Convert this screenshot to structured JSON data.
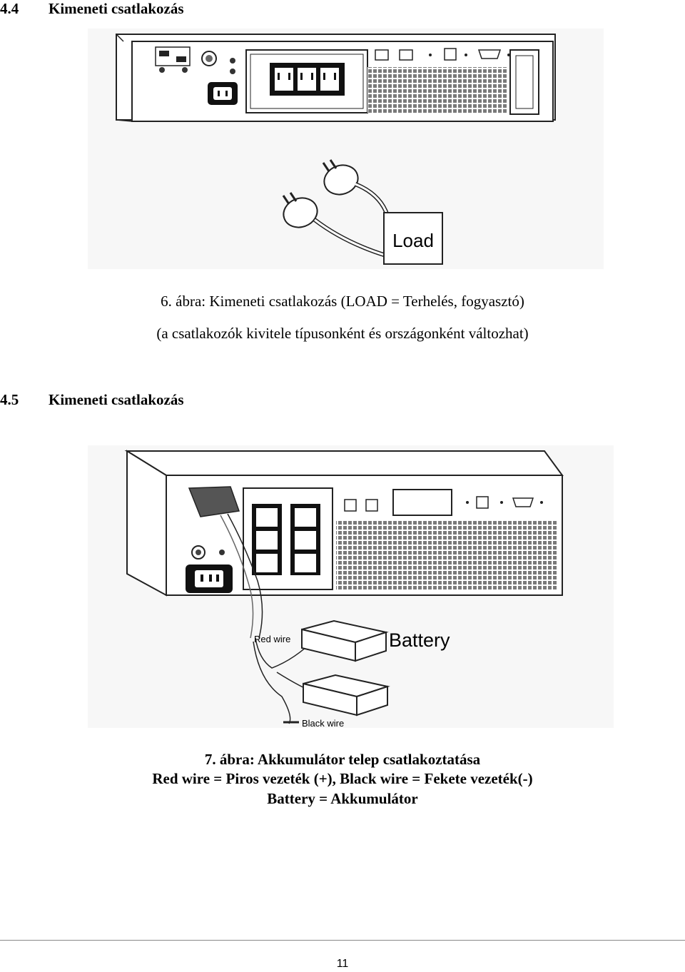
{
  "section1": {
    "number": "4.4",
    "title": "Kimeneti csatlakozás"
  },
  "figure6": {
    "label": "Load",
    "caption_line1": "6.  ábra: Kimeneti csatlakozás (LOAD = Terhelés, fogyasztó)",
    "caption_line2": "(a csatlakozók kivitele típusonként és országonként változhat)"
  },
  "section2": {
    "number": "4.5",
    "title": "Kimeneti csatlakozás"
  },
  "figure7": {
    "battery_label": "Battery",
    "red_wire_label": "Red wire",
    "black_wire_label": "Black wire",
    "caption_line1": "7.  ábra: Akkumulátor telep csatlakoztatása",
    "caption_line2": "Red wire = Piros vezeték (+), Black wire = Fekete vezeték(-)",
    "caption_line3": "Battery = Akkumulátor"
  },
  "footer": {
    "page_number": "11"
  }
}
